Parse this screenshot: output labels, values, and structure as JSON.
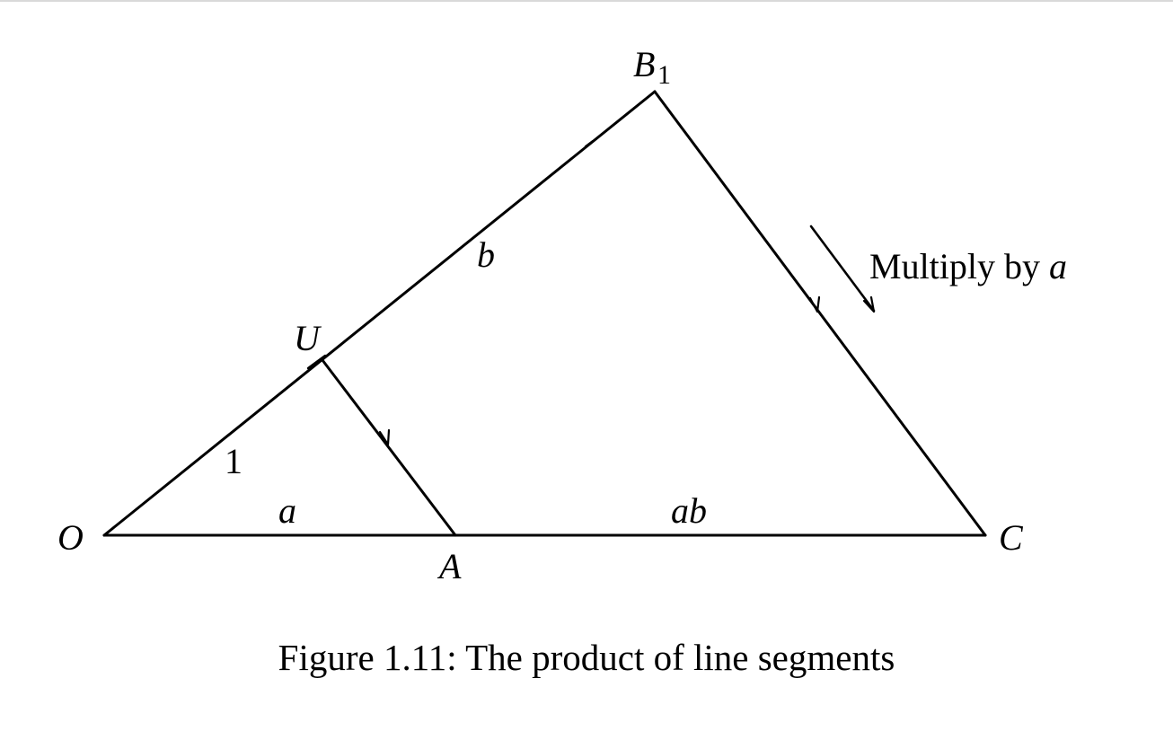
{
  "figure": {
    "caption": "Figure 1.11: The product of line segments",
    "points": {
      "O": "O",
      "A": "A",
      "C": "C",
      "U": "U",
      "B": "B",
      "B_subscript": "1"
    },
    "segment_labels": {
      "OU": "1",
      "UB1": "b",
      "OA": "a",
      "AC": "ab"
    },
    "annotation": {
      "text": "Multiply by ",
      "variable": "a"
    }
  }
}
